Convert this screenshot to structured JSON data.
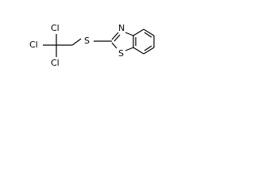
{
  "atoms": {
    "n": "N",
    "s_ring": "S",
    "s_thio": "S",
    "cl_left": "Cl",
    "cl_top": "Cl",
    "cl_bottom": "Cl"
  },
  "colors": {
    "bond": "#000000",
    "label": "#000000",
    "background": "#ffffff"
  }
}
